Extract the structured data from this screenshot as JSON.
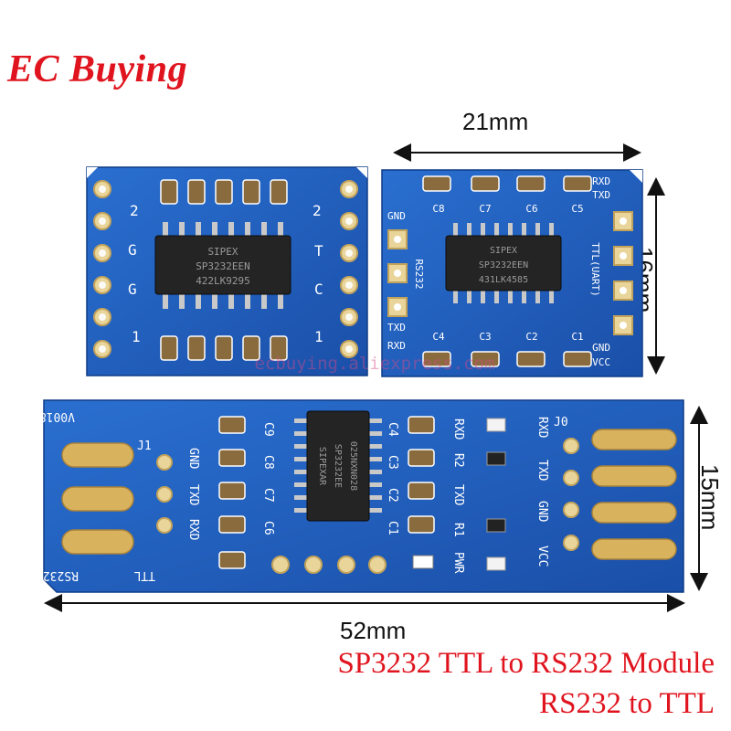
{
  "brand": "EC Buying",
  "dimensions": {
    "top_width": "21mm",
    "right_height": "16mm",
    "bottom_right_height": "15mm",
    "bottom_width": "52mm"
  },
  "caption": {
    "line1": "SP3232 TTL to RS232 Module",
    "line2": "RS232 to TTL"
  },
  "watermark": "ecbuying.aliexpress.com",
  "board_left": {
    "chip_lines": [
      "SIPEX",
      "SP3232EEN",
      "422LK9295"
    ],
    "labels": [
      "2",
      "2",
      "G",
      "G",
      "1",
      "1",
      "T",
      "C"
    ]
  },
  "board_right": {
    "chip_lines": [
      "SIPEX",
      "SP3232EEN",
      "431LK4585"
    ],
    "caps": [
      "C8",
      "C7",
      "C6",
      "C5",
      "C4",
      "C3",
      "C2",
      "C1"
    ],
    "left_labels": [
      "GND",
      "RS232",
      "TXD",
      "RXD"
    ],
    "right_labels": [
      "RXD",
      "TXD",
      "TTL(UART)",
      "GND",
      "VCC"
    ]
  },
  "board_bottom": {
    "code": "V0018",
    "chip_lines": [
      "SIPEXAR",
      "SP3232EE",
      "025NXN028"
    ],
    "j1": "J1",
    "j0": "J0",
    "rs232_label": "RS232",
    "ttl_label": "TTL",
    "left_pins": [
      "GND",
      "TXD",
      "RXD"
    ],
    "caps": [
      "C9",
      "C8",
      "C7",
      "C6",
      "C4",
      "C3",
      "C2",
      "C1"
    ],
    "mid_labels": [
      "RXD",
      "R2",
      "TXD",
      "R1",
      "PWR"
    ],
    "right_pins": [
      "RXD",
      "TXD",
      "GND",
      "VCC"
    ]
  }
}
